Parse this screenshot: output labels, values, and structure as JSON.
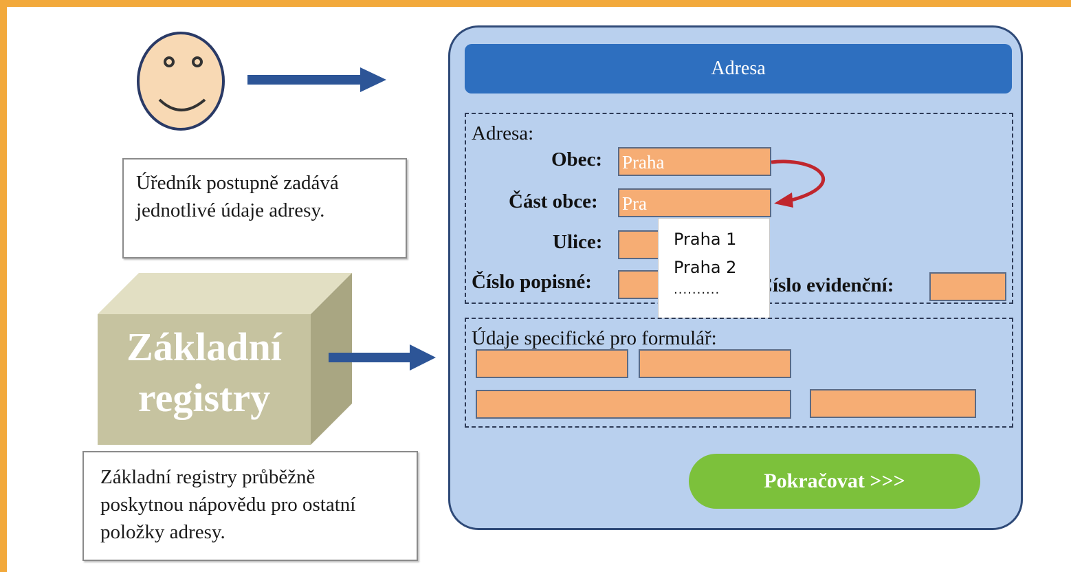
{
  "official_note": "Úředník postupně zadává jednotlivé údaje adresy.",
  "registry_note": "Základní registry průběžně poskytnou nápovědu pro ostatní položky adresy.",
  "registry_box": {
    "line1": "Základní",
    "line2": "registry"
  },
  "form": {
    "title": "Adresa",
    "address_section_label": "Adresa:",
    "fields": {
      "obec_label": "Obec:",
      "obec_value": "Praha",
      "cast_obce_label": "Část obce:",
      "cast_obce_value": "Pra",
      "ulice_label": "Ulice:",
      "cislo_popisne_label": "Číslo popisné:",
      "cislo_evidencni_label": "Číslo evidenční:"
    },
    "suggestions": [
      "Praha 1",
      "Praha 2",
      ".........."
    ],
    "specific_section_label": "Údaje specifické pro formulář:",
    "continue_button": "Pokračovat >>>"
  },
  "colors": {
    "frame": "#f2a93b",
    "panel": "#b9d0ee",
    "titlebar": "#2e6fbf",
    "field": "#f6ad74",
    "button": "#7cc13b",
    "arrow": "#2d5597",
    "curved_arrow": "#c0262d",
    "cube": "#c6c3a0"
  }
}
